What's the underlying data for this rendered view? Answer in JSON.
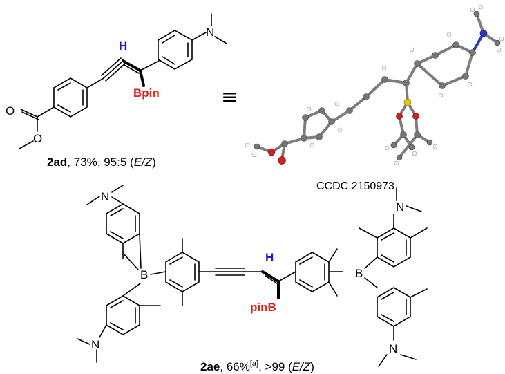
{
  "compound_2ad": {
    "id": "2ad",
    "details": ", 73%, 95:5 (",
    "ez": "E/Z",
    "close": ")",
    "vinyl_h": "H",
    "boryl": "Bpin",
    "equiv_symbol": "≡",
    "amine_n": "N",
    "ester_o1": "O",
    "ester_o2": "O"
  },
  "crystal_structure": {
    "ccdc_label": "CCDC 2150973"
  },
  "compound_2ae": {
    "id": "2ae",
    "details": ", 66%",
    "footnote": "[a]",
    "ratio": ", >99 (",
    "ez": "E/Z",
    "close": ")",
    "vinyl_h": "H",
    "boryl": "pinB",
    "boron": "B",
    "amine_n": "N"
  },
  "colors": {
    "h_label": "#1a1acc",
    "boryl_label": "#e0201b",
    "xray_oxygen": "#d21f1f",
    "xray_nitrogen": "#2a37c8",
    "xray_boron": "#e6c619",
    "xray_carbon": "#7a7572",
    "xray_hydrogen": "#f2f2f2"
  }
}
